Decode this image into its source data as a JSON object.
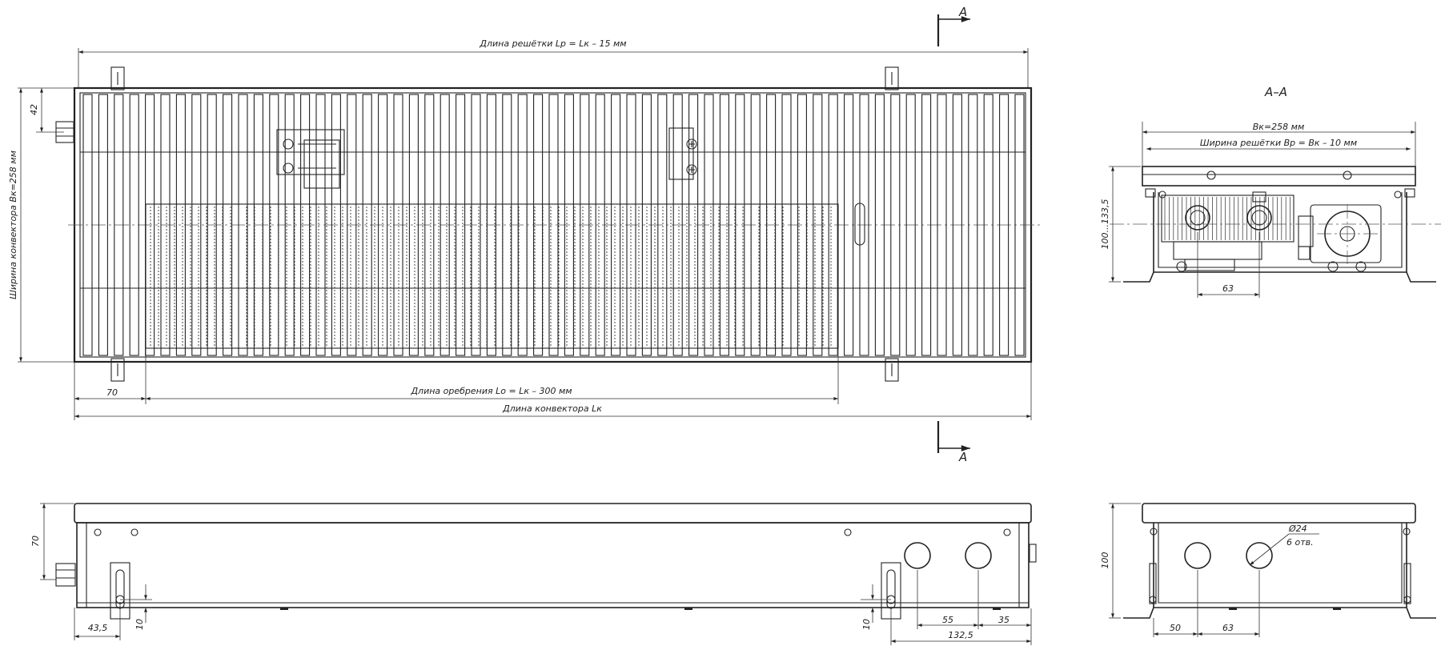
{
  "section_marks": {
    "letter": "А"
  },
  "top_view": {
    "grille_length": "Длина решётки Lр = Lк – 15 мм",
    "convector_width": "Ширина конвектора Вк=258 мм",
    "dim_42": "42",
    "dim_70": "70",
    "fin_length": "Длина оребрения Lо = Lк – 300 мм",
    "convector_length": "Длина конвектора Lк"
  },
  "section_view": {
    "title": "А–А",
    "width_bk": "Вк=258 мм",
    "grille_width": "Ширина решётки Вр = Вк – 10 мм",
    "height_range": "100...133,5",
    "dim_63": "63"
  },
  "front_view": {
    "dim_70": "70",
    "dim_43_5": "43,5",
    "dim_10_left": "10",
    "dim_10_right": "10",
    "dim_55": "55",
    "dim_35": "35",
    "dim_132_5": "132,5"
  },
  "side_view": {
    "dim_100": "100",
    "diameter": "Ø24",
    "holes": "6 отв.",
    "dim_50": "50",
    "dim_63": "63"
  },
  "colors": {
    "ink": "#222222",
    "background": "#ffffff"
  }
}
